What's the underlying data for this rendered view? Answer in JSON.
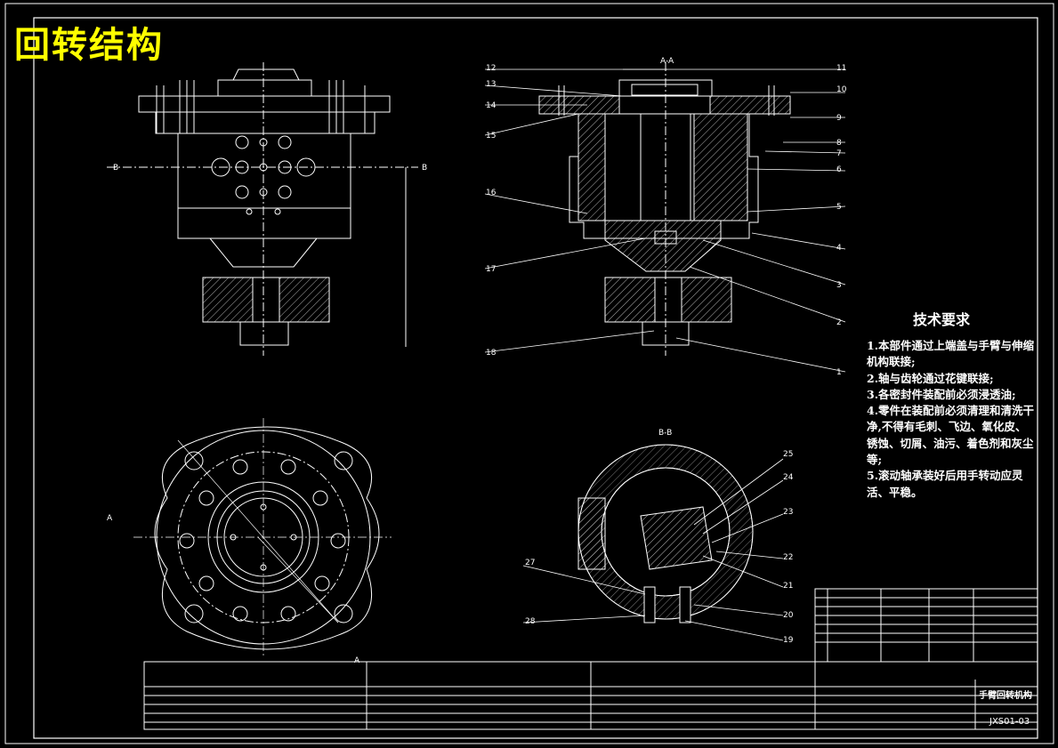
{
  "drawing": {
    "title": "回转结构",
    "section_aa": "A-A",
    "section_bb": "B-B",
    "label_a": "A",
    "label_b": "B"
  },
  "requirements": {
    "heading": "技术要求",
    "items": [
      "1.本部件通过上端盖与手臂与伸缩机构联接;",
      "2.轴与齿轮通过花键联接;",
      "3.各密封件装配前必须浸透油;",
      "4.零件在装配前必须清理和清洗干净,不得有毛刺、飞边、氧化皮、锈蚀、切屑、油污、着色剂和灰尘等;",
      "5.滚动轴承装好后用手转动应灵活、平稳。"
    ]
  },
  "part_numbers_right": [
    "11",
    "10",
    "9",
    "8",
    "7",
    "6",
    "5",
    "4",
    "3",
    "2",
    "1"
  ],
  "part_numbers_left": [
    "12",
    "13",
    "14",
    "15",
    "16",
    "17",
    "18"
  ],
  "part_numbers_bb": [
    "25",
    "24",
    "23",
    "22",
    "21",
    "20",
    "19"
  ],
  "part_numbers_bb_left": [
    "27",
    "28"
  ],
  "title_block": {
    "name": "手臂回转机构",
    "code": "JXS01-03"
  },
  "colors": {
    "background": "#000000",
    "lines": "#ffffff",
    "title": "#ffff00"
  }
}
